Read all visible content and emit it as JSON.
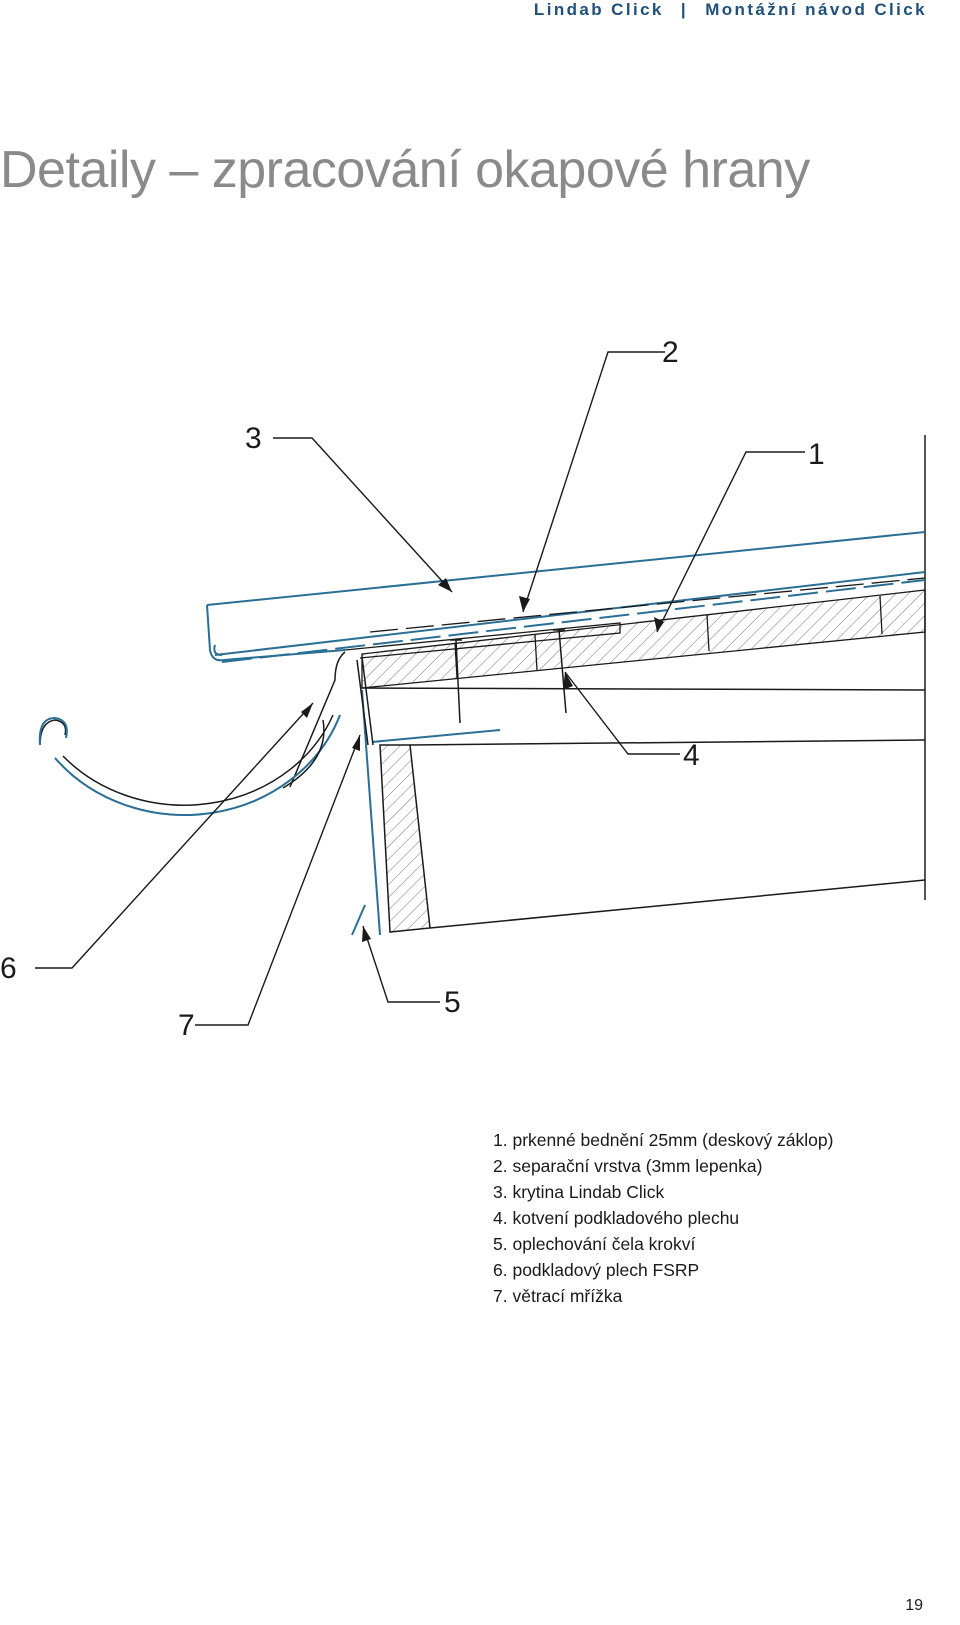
{
  "header": {
    "brand": "Lindab Click",
    "separator": "|",
    "section": "Montážní návod Click"
  },
  "page_title": "Detaily – zpracování okapové hrany",
  "callouts": [
    "1",
    "2",
    "3",
    "4",
    "5",
    "6",
    "7"
  ],
  "legend": [
    "1. prkenné bednění 25mm (deskový záklop)",
    "2. separační vrstva (3mm lepenka)",
    "3. krytina Lindab Click",
    "4. kotvení podkladového plechu",
    "5. oplechování čela krokví",
    "6. podkladový plech FSRP",
    "7. větrací mřížka"
  ],
  "page_number": "19",
  "colors": {
    "header": "#1f4f7a",
    "title": "#8a8a8a",
    "metal_blue": "#2a6f95",
    "line": "#1a1a1a"
  }
}
